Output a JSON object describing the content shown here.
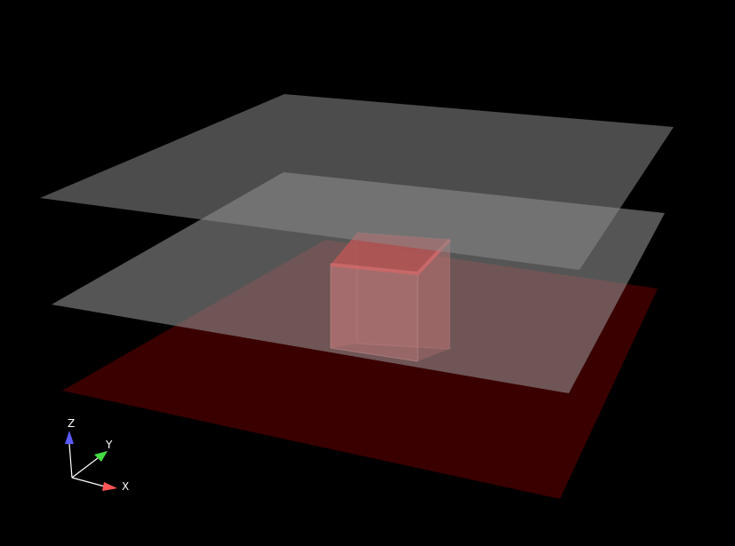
{
  "scene": {
    "background_color": "#000000",
    "objects": [
      {
        "name": "top-plane",
        "color": "#888888",
        "opacity": 0.55
      },
      {
        "name": "middle-plane",
        "color": "#9a9a9a",
        "opacity": 0.55
      },
      {
        "name": "bottom-plane",
        "color": "#3a0000"
      },
      {
        "name": "cube",
        "color": "#ff4d4d",
        "opacity": 0.45,
        "top_face_color": "#e01010"
      }
    ]
  },
  "axes_widget": {
    "x": {
      "label": "X",
      "color": "#ff5555"
    },
    "y": {
      "label": "Y",
      "color": "#44dd44"
    },
    "z": {
      "label": "Z",
      "color": "#5555ff"
    },
    "label_color": "#ffffff"
  }
}
